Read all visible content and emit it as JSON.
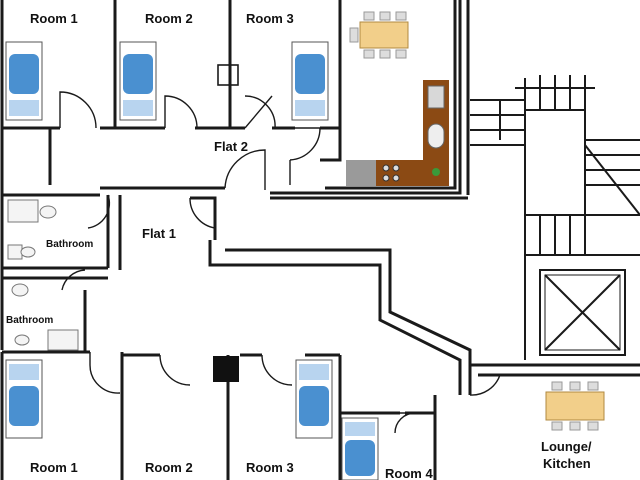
{
  "plan": {
    "flats": [
      {
        "label": "Flat 2"
      },
      {
        "label": "Flat 1"
      }
    ],
    "rooms_top": [
      {
        "label": "Room 1"
      },
      {
        "label": "Room 2"
      },
      {
        "label": "Room 3"
      }
    ],
    "rooms_bottom": [
      {
        "label": "Room 1"
      },
      {
        "label": "Room 2"
      },
      {
        "label": "Room 3"
      },
      {
        "label": "Room 4"
      }
    ],
    "bathrooms": [
      {
        "label": "Bathroom"
      },
      {
        "label": "Bathroom"
      }
    ],
    "lounge": {
      "line1": "Lounge/",
      "line2": "Kitchen"
    },
    "colors": {
      "wall": "#1a1a1a",
      "bed_blue": "#4a90d0",
      "table_wood": "#f2cf8a",
      "kitchen_brown": "#8b4a14",
      "counter_gray": "#9a9a9a"
    },
    "icons": [
      "bed-icon",
      "dining-table-icon",
      "kitchen-counter-icon",
      "staircase-icon",
      "lift-shaft-icon"
    ]
  }
}
